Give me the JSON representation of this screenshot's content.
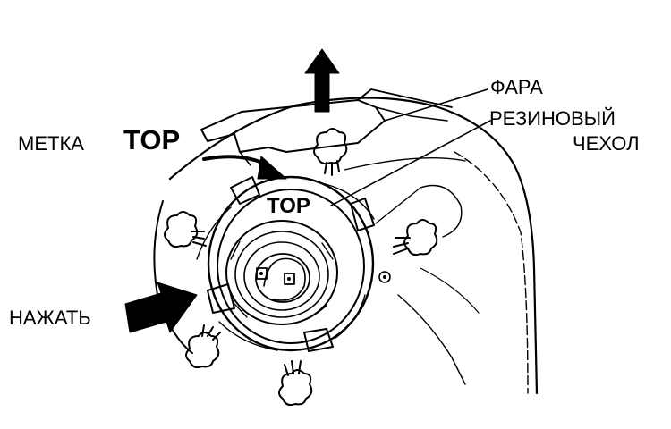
{
  "labels": {
    "headlight": "ФАРА",
    "rubber_cover_line1": "РЕЗИНОВЫЙ",
    "rubber_cover_line2": "ЧЕХОЛ",
    "mark": "МЕТКА",
    "mark_top": "TOP",
    "top_inner": "TOP",
    "press": "НАЖАТЬ"
  },
  "colors": {
    "ink": "#000000",
    "paper": "#ffffff"
  },
  "icons": {
    "pull_arrow": "arrow-up-icon",
    "push_arrow": "arrow-right-icon",
    "rotate_arrow": "curved-arrow-icon"
  }
}
